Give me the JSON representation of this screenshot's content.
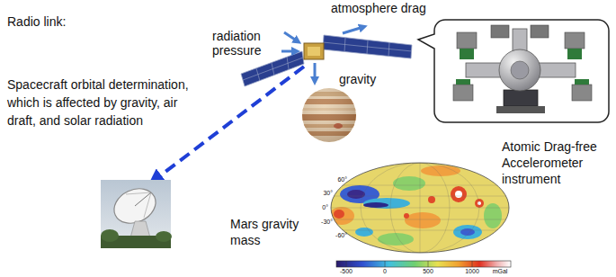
{
  "diagram": {
    "nodes": [
      {
        "text": [
          "Atomic Drag-free Accelerometer instrument"
        ]
      }
    ],
    "labels": [
      "Radio link:",
      "Spacecraft orbital determination, which is affected by gravity, air draft, and solar radiation",
      "atmosphere drag",
      "radiation pressure",
      "gravity",
      "Mars gravity mass",
      "60°",
      "30°",
      "0°",
      "-30°",
      "-60°",
      "-500",
      "0",
      "500",
      "1000",
      "mGal"
    ]
  }
}
